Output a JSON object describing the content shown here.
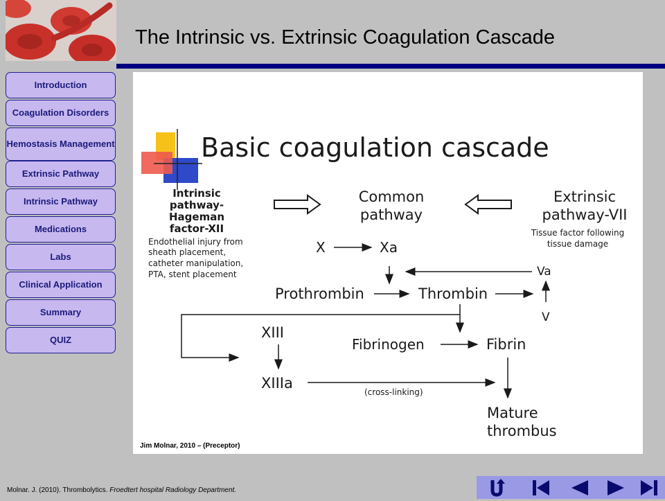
{
  "title": "The Intrinsic vs. Extrinsic Coagulation Cascade",
  "nav": [
    "Introduction",
    "Coagulation Disorders",
    "Hemostasis Management",
    "Extrinsic Pathway",
    "Intrinsic Pathway",
    "Medications",
    "Labs",
    "Clinical Application",
    "Summary",
    "QUIZ"
  ],
  "diagram": {
    "heading": "Basic coagulation cascade",
    "intrinsic": [
      "Intrinsic",
      "pathway-",
      "Hageman",
      "factor-XII"
    ],
    "intrinsic_note": [
      "Endothelial injury from",
      "sheath placement,",
      "catheter manipulation,",
      "PTA, stent placement"
    ],
    "common": [
      "Common",
      "pathway"
    ],
    "extrinsic": [
      "Extrinsic",
      "pathway-VII"
    ],
    "extrinsic_note": [
      "Tissue factor following",
      "tissue damage"
    ],
    "x": "X",
    "xa": "Xa",
    "va": "Va",
    "v": "V",
    "prothrombin": "Prothrombin",
    "thrombin": "Thrombin",
    "xiii": "XIII",
    "xiiia": "XIIIa",
    "fibrinogen": "Fibrinogen",
    "fibrin": "Fibrin",
    "crosslinking": "(cross-linking)",
    "mature": [
      "Mature",
      "thrombus"
    ]
  },
  "credit": "Jim Molnar, 2010 – (Preceptor)",
  "footer": {
    "citation": "Molnar. J. (2010). Thrombolytics.",
    "source": "Froedtert hospital Radiology Department."
  },
  "colors": {
    "title_rule": "#000080",
    "nav_button": "#c7b8f0",
    "nav_text": "#1a1a7a",
    "navbar": "#9999e6"
  },
  "icons": [
    "return-icon",
    "first-slide-icon",
    "previous-slide-icon",
    "next-slide-icon",
    "last-slide-icon"
  ]
}
